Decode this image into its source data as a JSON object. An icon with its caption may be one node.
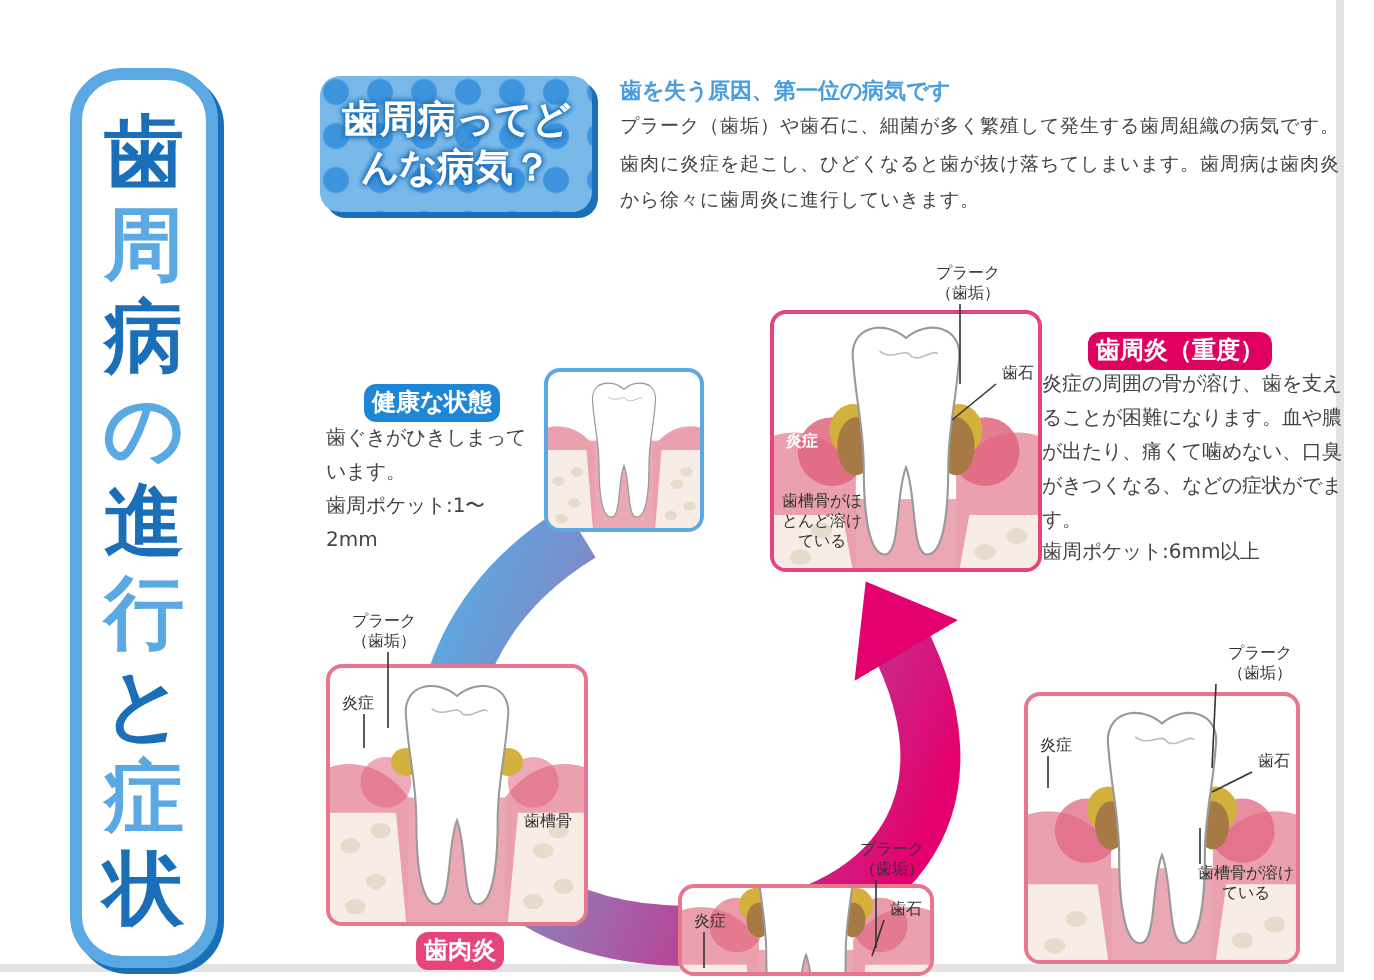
{
  "diagram": {
    "nodes": [
      {
        "text": [
          "歯周病の進行と症状"
        ]
      },
      {
        "text": [
          "歯周病ってどんな病気？"
        ]
      },
      {
        "text": [],
        "shape": "picture",
        "beside": [
          "健康な状態",
          "歯ぐきがひきしまっています。",
          "歯周ポケット:1〜2mm"
        ]
      },
      {
        "text": [],
        "shape": "picture",
        "beside": [
          "歯肉炎"
        ]
      },
      {
        "text": [
          "プラーク（歯垢）"
        ]
      },
      {
        "text": [
          "炎症"
        ],
        "in": 3
      },
      {
        "text": [
          "歯槽骨"
        ],
        "in": 3
      },
      {
        "text": [],
        "shape": "picture"
      },
      {
        "text": [
          "プラーク（歯垢）"
        ]
      },
      {
        "text": [
          "炎症"
        ]
      },
      {
        "text": [
          "歯石"
        ]
      },
      {
        "text": [],
        "shape": "picture"
      },
      {
        "text": [
          "プラーク（歯垢）"
        ]
      },
      {
        "text": [
          "炎症"
        ],
        "in": 11
      },
      {
        "text": [
          "歯石"
        ],
        "in": 11
      },
      {
        "text": [
          "歯槽骨が溶けている"
        ],
        "in": 11
      },
      {
        "text": [],
        "shape": "picture",
        "beside": [
          "歯周炎（重度）",
          "炎症の周囲の骨が溶け、歯を支えることが困難になります。血や膿が出たり、痛くて噛めない、口臭がきつくなる、などの症状がでます。",
          "歯周ポケット:6mm以上"
        ]
      },
      {
        "text": [
          "プラーク（歯垢）"
        ]
      },
      {
        "text": [
          "歯石"
        ],
        "in": 16
      },
      {
        "text": [
          "炎症"
        ],
        "in": 16
      },
      {
        "text": [
          "歯槽骨がほとんど溶けている"
        ],
        "in": 16
      }
    ],
    "edges": [
      {
        "from": 2,
        "to": 16,
        "arrow": "to",
        "style": "thick"
      },
      {
        "from": 4,
        "to": 3,
        "arrow": "none"
      },
      {
        "from": 5,
        "to": null,
        "arrow": "none"
      },
      {
        "from": 8,
        "to": 7,
        "arrow": "none"
      },
      {
        "from": 9,
        "to": 7,
        "arrow": "none"
      },
      {
        "from": 10,
        "to": 7,
        "arrow": "none"
      },
      {
        "from": 12,
        "to": 11,
        "arrow": "none"
      },
      {
        "from": 13,
        "to": null,
        "arrow": "none"
      },
      {
        "from": 14,
        "to": null,
        "arrow": "none"
      },
      {
        "from": 15,
        "to": null,
        "arrow": "none"
      },
      {
        "from": 17,
        "to": 16,
        "arrow": "none"
      },
      {
        "from": 18,
        "to": null,
        "arrow": "none"
      }
    ],
    "labels": [
      "歯を失う原因、第一位の病気です",
      "プラーク（歯垢）や歯石に、細菌が多く繁殖して発生する歯周組織の病気です。歯肉に炎症を起こし、ひどくなると歯が抜け落ちてしまいます。歯周病は歯肉炎から徐々に歯周炎に進行していきます。"
    ]
  }
}
